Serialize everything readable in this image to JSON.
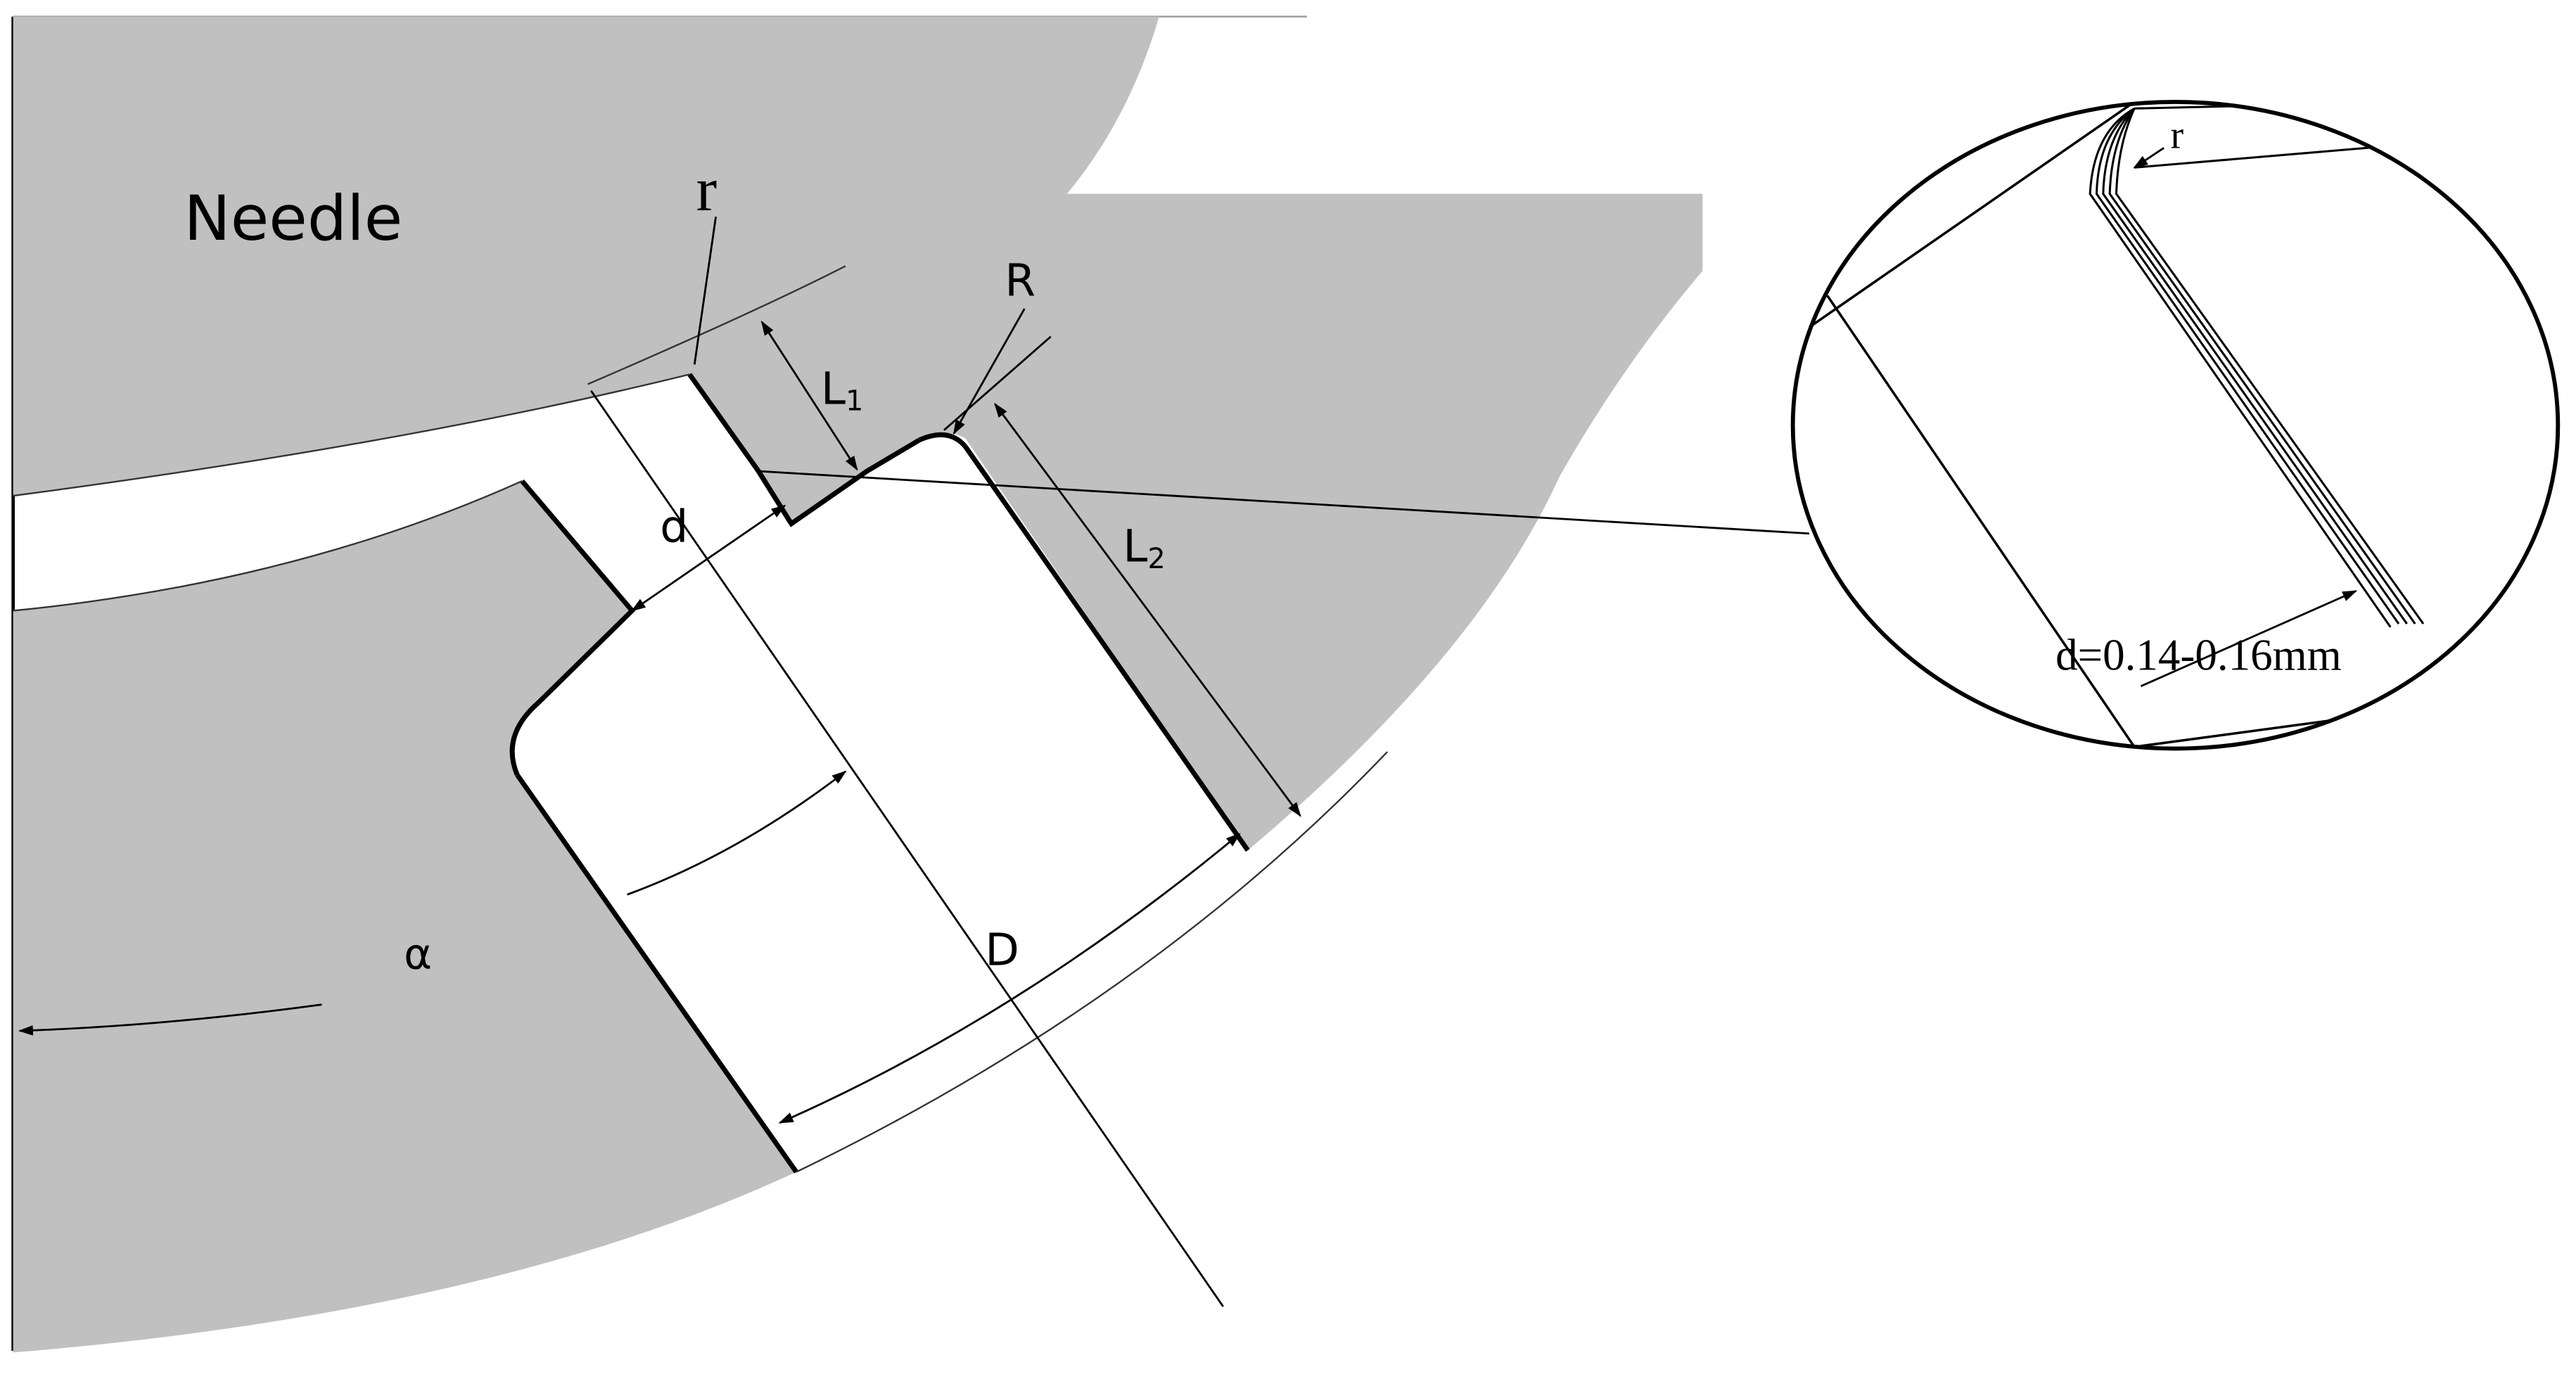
{
  "labels": {
    "needle": "Needle",
    "r_main": "r",
    "R": "R",
    "L1_base": "L",
    "L1_sub": "1",
    "L2_base": "L",
    "L2_sub": "2",
    "d": "d",
    "D": "D",
    "alpha": "α",
    "r_zoom": "r",
    "d_value": "d=0.14-0.16mm"
  },
  "colors": {
    "part_fill": "#c0c0c0",
    "line": "#000000",
    "background": "#ffffff"
  }
}
